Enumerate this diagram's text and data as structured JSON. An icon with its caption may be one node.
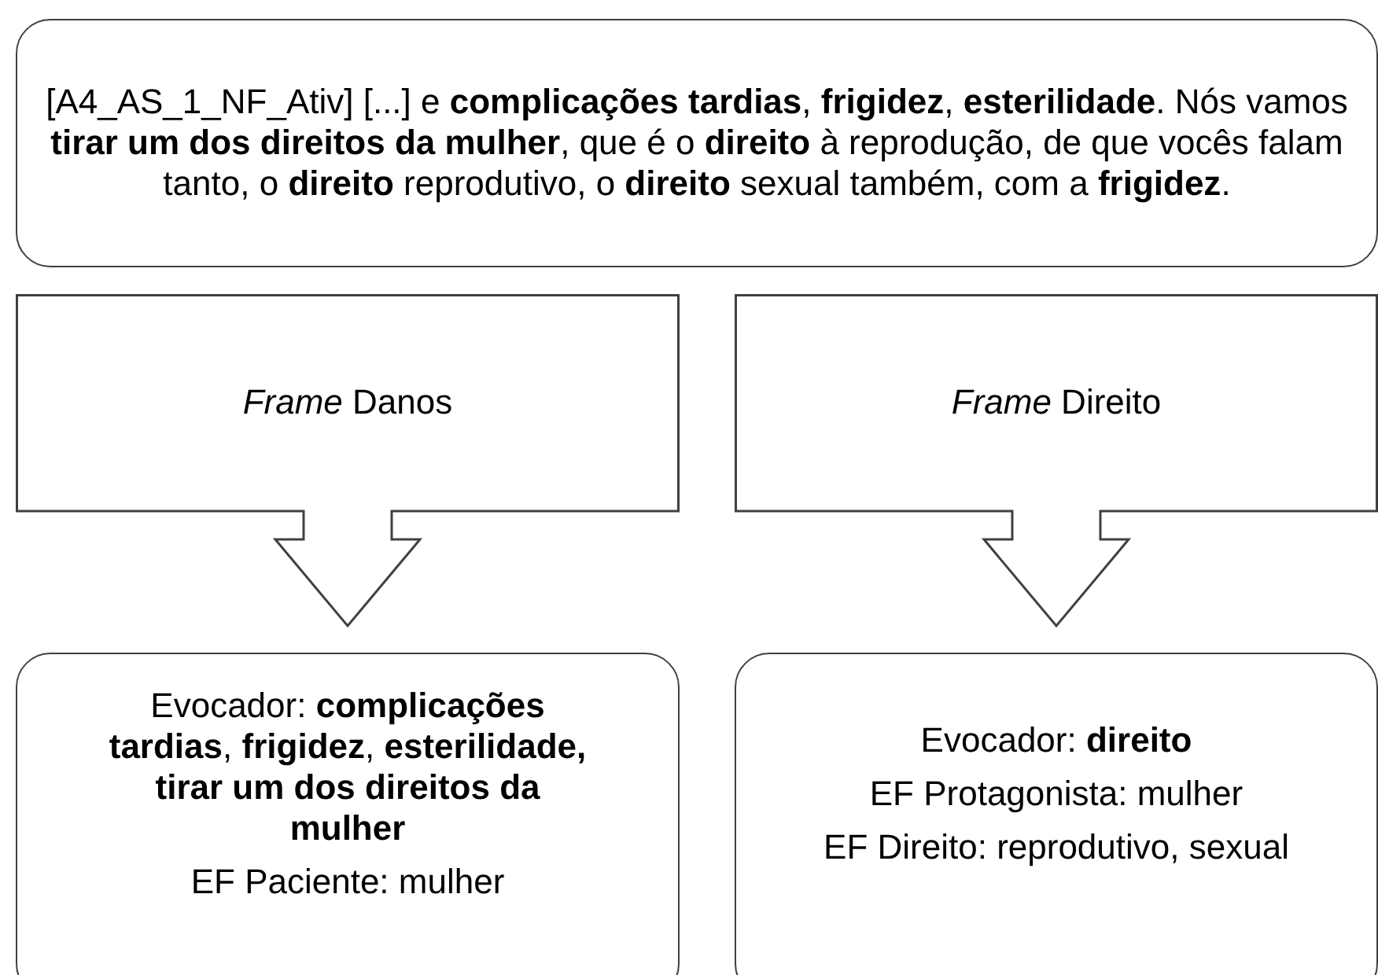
{
  "diagram": {
    "nodes": [
      {
        "text": [
          "[A4_AS_1_NF_Ativ] [...] e **complicações tardias**, **frigidez**, **esterilidade**. Nós vamos **tirar um dos direitos da mulher**, que é o **direito** à reprodução, de que vocês falam tanto, o **direito** reprodutivo, o **direito** sexual também, com a **frigidez**."
        ]
      },
      {
        "text": [
          "*Frame* Danos"
        ]
      },
      {
        "text": [
          "*Frame* Direito"
        ]
      },
      {
        "text": [
          "Evocador: **complicações tardias**, **frigidez**, **esterilidade, tirar um dos direitos da mulher**",
          "EF Paciente: mulher"
        ]
      },
      {
        "text": [
          "Evocador: **direito**",
          "EF Protagonista: mulher",
          "EF Direito: reprodutivo, sexual"
        ]
      }
    ]
  }
}
